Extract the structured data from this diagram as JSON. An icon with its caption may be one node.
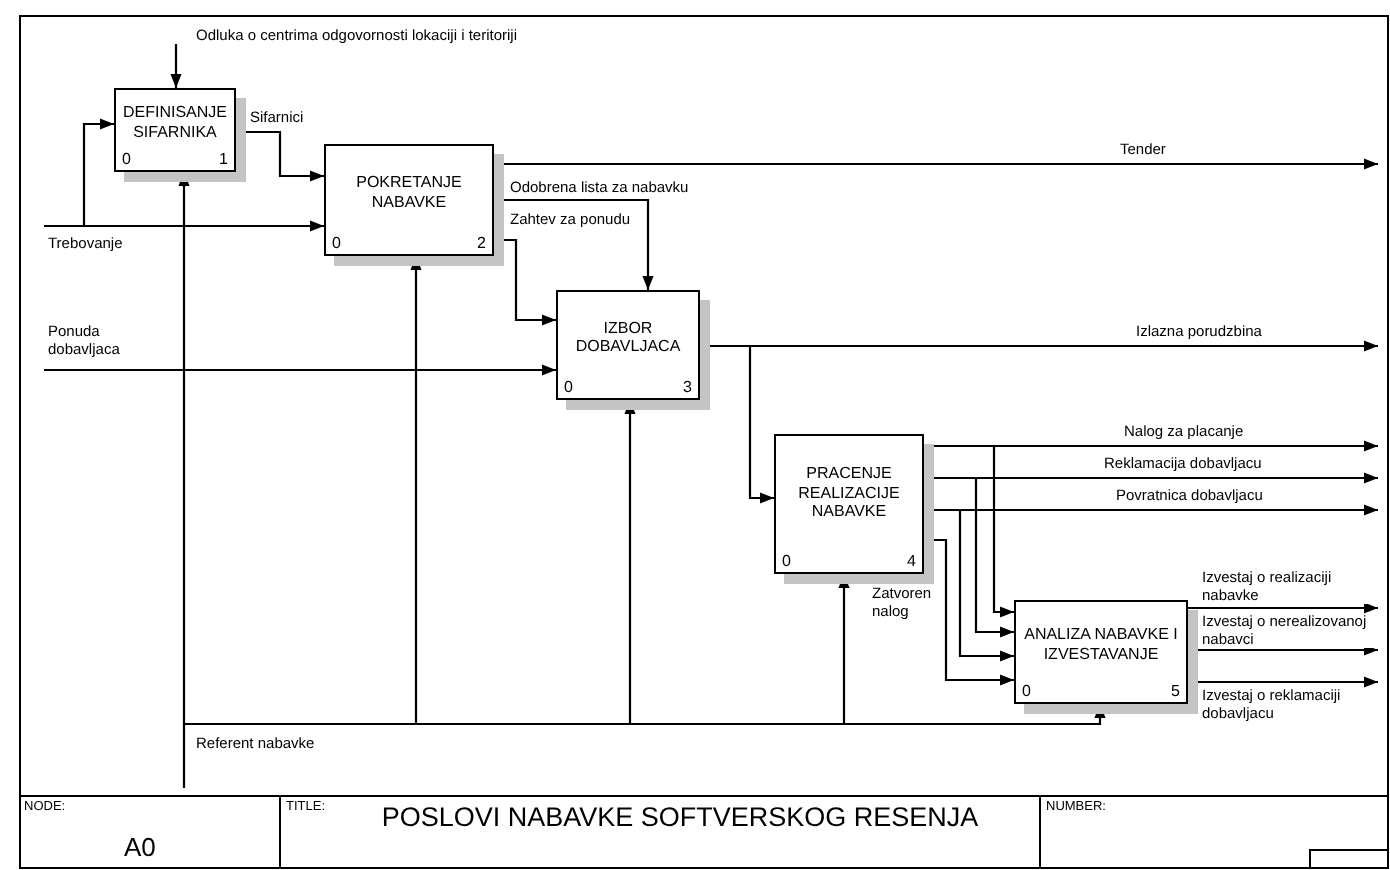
{
  "diagram": {
    "title": "POSLOVI NABAVKE SOFTVERSKOG RESENJA",
    "nodes": [
      {
        "text": [
          "DEFINISANJE SIFARNIKA",
          "0",
          "1"
        ]
      },
      {
        "text": [
          "POKRETANJE NABAVKE",
          "0",
          "2"
        ]
      },
      {
        "text": [
          "IZBOR DOBAVLJACA",
          "0",
          "3"
        ]
      },
      {
        "text": [
          "PRACENJE REALIZACIJE NABAVKE",
          "0",
          "4"
        ]
      },
      {
        "text": [
          "ANALIZA NABAVKE I IZVESTAVANJE",
          "0",
          "5"
        ]
      }
    ],
    "edges": [
      {
        "from": null,
        "to": 0,
        "arrow": "to",
        "label": "Odluka o centrima odgovornosti lokaciji i teritoriji"
      },
      {
        "from": null,
        "to": 0,
        "arrow": "to"
      },
      {
        "from": null,
        "to": 1,
        "arrow": "to",
        "label": "Trebovanje"
      },
      {
        "from": 0,
        "to": 1,
        "arrow": "to",
        "label": "Sifarnici"
      },
      {
        "from": 1,
        "to": null,
        "arrow": "to",
        "label": "Tender"
      },
      {
        "from": 1,
        "to": 2,
        "arrow": "to",
        "label": "Odobrena lista za nabavku"
      },
      {
        "from": 1,
        "to": 2,
        "arrow": "to",
        "label": "Zahtev za ponudu"
      },
      {
        "from": null,
        "to": 2,
        "arrow": "to",
        "label": "Ponuda dobavljaca"
      },
      {
        "from": 2,
        "to": null,
        "arrow": "to",
        "label": "Izlazna porudzbina"
      },
      {
        "from": 2,
        "to": 3,
        "arrow": "to"
      },
      {
        "from": 3,
        "to": null,
        "arrow": "to",
        "label": "Nalog za placanje"
      },
      {
        "from": 3,
        "to": 4,
        "arrow": "to"
      },
      {
        "from": 3,
        "to": null,
        "arrow": "to",
        "label": "Reklamacija dobavljacu"
      },
      {
        "from": 3,
        "to": 4,
        "arrow": "to"
      },
      {
        "from": 3,
        "to": null,
        "arrow": "to",
        "label": "Povratnica dobavljacu"
      },
      {
        "from": 3,
        "to": 4,
        "arrow": "to"
      },
      {
        "from": 3,
        "to": 4,
        "arrow": "to",
        "label": "Zatvoren nalog"
      },
      {
        "from": 4,
        "to": null,
        "arrow": "to",
        "label": "Izvestaj o realizaciji nabavke"
      },
      {
        "from": 4,
        "to": null,
        "arrow": "to",
        "label": "Izvestaj o nerealizovanoj nabavci"
      },
      {
        "from": 4,
        "to": null,
        "arrow": "to",
        "label": "Izvestaj o reklamaciji dobavljacu"
      },
      {
        "from": null,
        "to": 0,
        "arrow": "to",
        "label": "Referent nabavke"
      },
      {
        "from": null,
        "to": 1,
        "arrow": "to"
      },
      {
        "from": null,
        "to": 2,
        "arrow": "to"
      },
      {
        "from": null,
        "to": 3,
        "arrow": "to"
      },
      {
        "from": null,
        "to": 4,
        "arrow": "to"
      }
    ],
    "labels": [
      "NODE:",
      "A0",
      "TITLE:",
      "NUMBER:"
    ]
  }
}
